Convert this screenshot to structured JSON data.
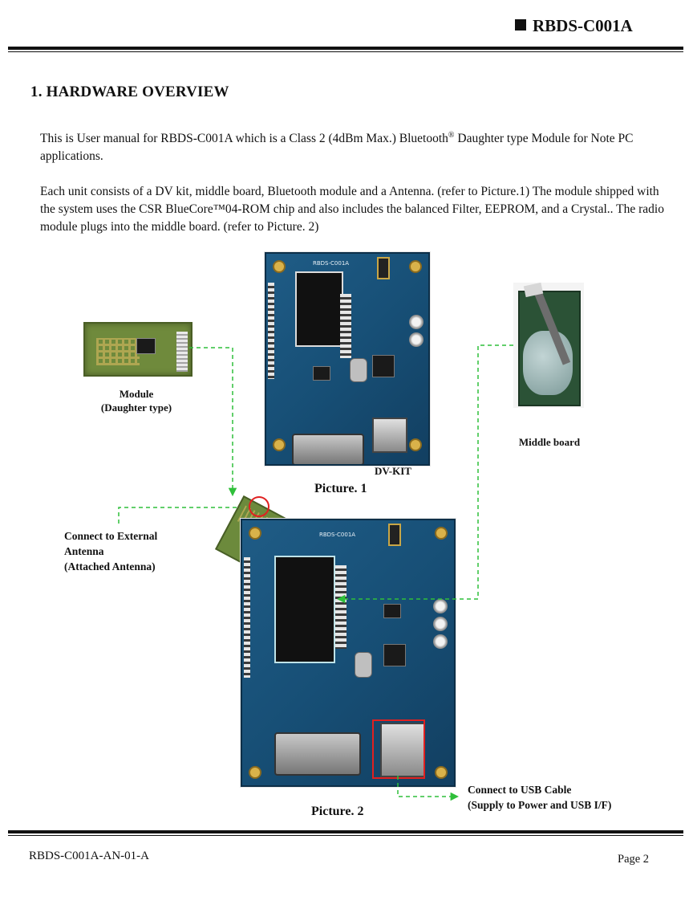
{
  "header": {
    "doc_id": "RBDS-C001A"
  },
  "section": {
    "title": "1. HARDWARE OVERVIEW"
  },
  "intro": {
    "p1_pre": "This is User manual for RBDS-C001A which is a Class 2 (4dBm Max.) Bluetooth",
    "p1_reg": "®",
    "p1_post": "  Daughter type Module for Note PC applications.",
    "p2": "Each unit consists of a DV kit, middle board, Bluetooth module and a Antenna. (refer to Picture.1) The module shipped with the system uses the CSR BlueCore™04-ROM chip and also includes the balanced Filter, EEPROM, and a Crystal.. The radio module plugs into the middle board. (refer to Picture. 2)"
  },
  "figure1": {
    "module_label_1": "Module",
    "module_label_2": "(Daughter type)",
    "dvkit_label": "DV-KIT",
    "middle_label": "Middle board",
    "caption": "Picture. 1"
  },
  "figure2": {
    "antenna_1": "Connect to External",
    "antenna_2": "Antenna",
    "antenna_3": "(Attached Antenna)",
    "usb_1": "Connect to USB Cable",
    "usb_2": "(Supply to Power and USB I/F)",
    "caption": "Picture. 2"
  },
  "footer": {
    "doc_number": "RBDS-C001A-AN-01-A",
    "page": "Page 2"
  },
  "colors": {
    "arrow_green": "#2fbf3a",
    "highlight_red": "#e02020",
    "pcb_blue": "#1f5c86"
  }
}
